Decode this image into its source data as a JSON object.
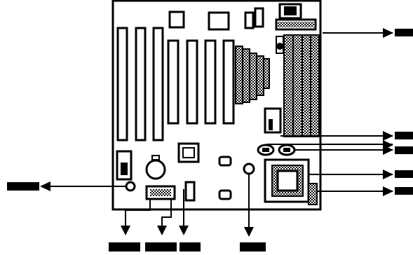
{
  "figure": {
    "kind": "motherboard-layout-diagram",
    "colors": {
      "ink": "#000000",
      "board": "#ffffff",
      "hatch": "#1a1a1a",
      "paper": "#ffffff"
    },
    "callouts": {
      "right": [
        "callout-label-block",
        "callout-label-block",
        "callout-label-block",
        "callout-label-block",
        "callout-label-block"
      ],
      "left": [
        "callout-label-block"
      ],
      "bottom": [
        "callout-label-block",
        "callout-label-block",
        "callout-label-block",
        "callout-label-block"
      ]
    }
  }
}
